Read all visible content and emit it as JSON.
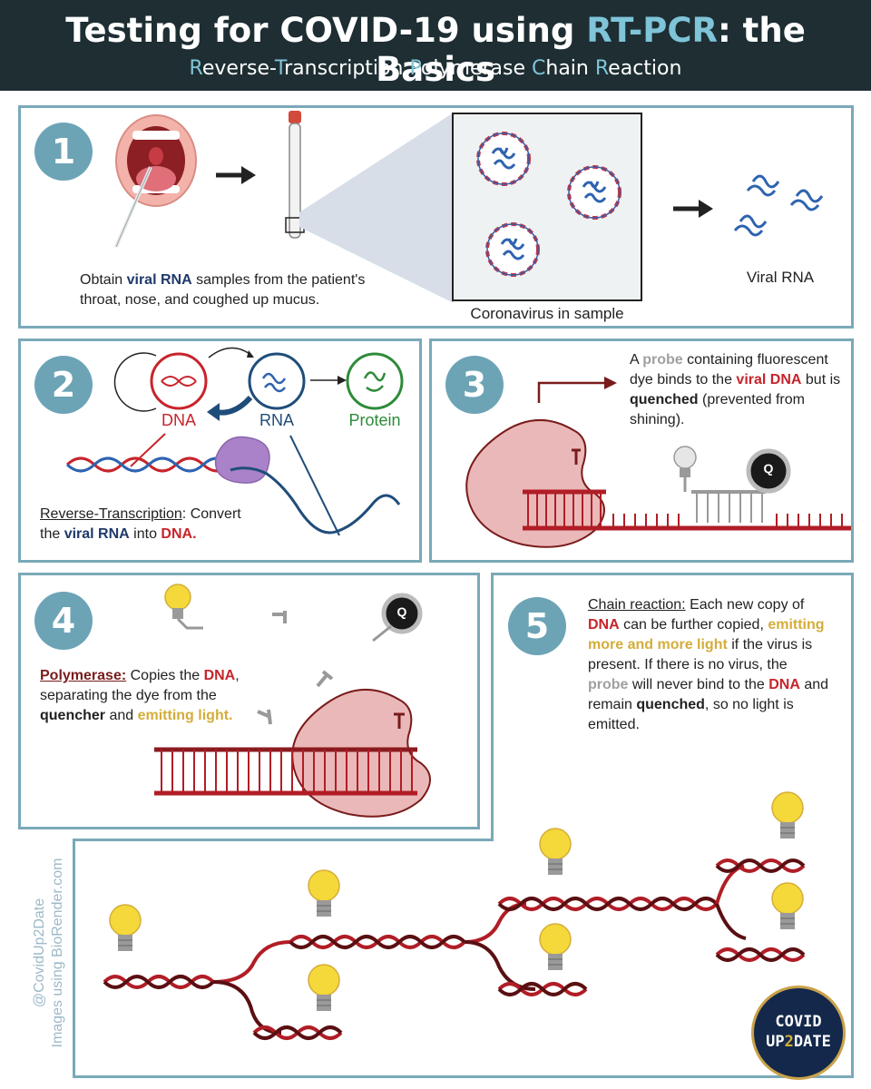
{
  "header": {
    "title_pre": "Testing for COVID-19 using ",
    "title_accent": "RT-PCR",
    "title_post": ": the Basics",
    "subtitle": [
      {
        "cap": "R",
        "rest": "everse-"
      },
      {
        "cap": "T",
        "rest": "ranscription "
      },
      {
        "cap": "P",
        "rest": "olymerase "
      },
      {
        "cap": "C",
        "rest": "hain "
      },
      {
        "cap": "R",
        "rest": "eaction"
      }
    ]
  },
  "step1": {
    "number": "1",
    "text": [
      "Obtain ",
      "viral RNA",
      " samples from the patient's throat, nose, and coughed up mucus."
    ],
    "sample_label": "Coronavirus in sample",
    "rna_label": "Viral RNA"
  },
  "step2": {
    "number": "2",
    "dna_label": "DNA",
    "rna_label": "RNA",
    "protein_label": "Protein",
    "text": [
      "Reverse-Transcription",
      ": Convert the ",
      "viral RNA",
      " into ",
      "DNA."
    ]
  },
  "step3": {
    "number": "3",
    "text": [
      "A ",
      "probe",
      " containing fluorescent dye binds to the ",
      "viral DNA",
      " but is ",
      "quenched",
      " (prevented from shining)."
    ],
    "q_label": "Q"
  },
  "step4": {
    "number": "4",
    "text": [
      "Polymerase:",
      " Copies the ",
      "DNA",
      ", separating the dye from the ",
      "quencher",
      " and ",
      "emitting light."
    ],
    "q_label": "Q"
  },
  "step5": {
    "number": "5",
    "text": [
      "Chain reaction:",
      " Each new copy of ",
      "DNA",
      " can be further copied, ",
      "emitting more and more light",
      " if the virus is present. If there is no virus, the ",
      "probe",
      " will never bind to the ",
      "DNA",
      " and remain ",
      "quenched",
      ", so no light is emitted."
    ]
  },
  "credit": {
    "line1": "@CovidUp2Date",
    "line2": "Images using BioRender.com"
  },
  "logo": {
    "line1": "COVID",
    "line2_a": "UP",
    "line2_b": "2",
    "line2_c": "DATE"
  },
  "colors": {
    "header_bg": "#1e2e33",
    "accent": "#7fc4d8",
    "panel_border": "#7aa9b8",
    "number_circle": "#6ca4b6",
    "dna_red": "#c8242b",
    "rna_navy": "#1f3a6b",
    "protein_green": "#2e8b3a",
    "light_gold": "#d4ad3a"
  }
}
